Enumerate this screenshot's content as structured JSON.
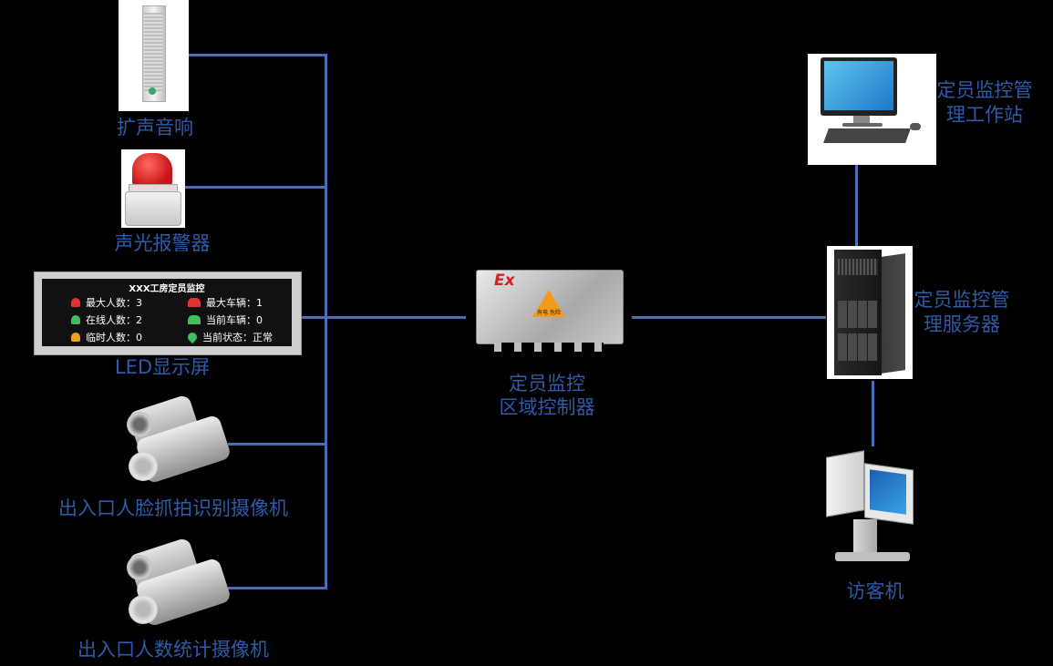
{
  "devices_left": [
    {
      "id": "speaker",
      "label": "扩声音响"
    },
    {
      "id": "alarm",
      "label": "声光报警器"
    },
    {
      "id": "led",
      "label": "LED显示屏"
    },
    {
      "id": "face_camera",
      "label": "出入口人脸抓拍识别摄像机"
    },
    {
      "id": "count_camera",
      "label": "出入口人数统计摄像机"
    }
  ],
  "controller": {
    "label_line1": "定员监控",
    "label_line2": "区域控制器",
    "badge": "Ex",
    "warning_text": "有电 危险"
  },
  "workstation": {
    "label_line1": "定员监控管",
    "label_line2": "理工作站"
  },
  "server": {
    "label_line1": "定员监控管",
    "label_line2": "理服务器"
  },
  "kiosk": {
    "label": "访客机"
  },
  "led_panel": {
    "title": "XXX工房定员监控",
    "rows": [
      {
        "text": "最大人数：3",
        "icon": "person-icon",
        "color": "#e0322f"
      },
      {
        "text": "在线人数：2",
        "icon": "person-icon",
        "color": "#3fbf5f"
      },
      {
        "text": "临时人数：0",
        "icon": "person-icon",
        "color": "#f0a020"
      },
      {
        "text": "最大车辆：1",
        "icon": "car-icon",
        "color": "#e0322f"
      },
      {
        "text": "当前车辆：0",
        "icon": "car-icon",
        "color": "#3fbf5f"
      },
      {
        "text": "当前状态：正常",
        "icon": "location-pin-icon",
        "color": "#3fbf5f"
      }
    ]
  },
  "colors": {
    "line": "#4a6db3",
    "label": "#2e5aa8",
    "background": "#000000"
  }
}
